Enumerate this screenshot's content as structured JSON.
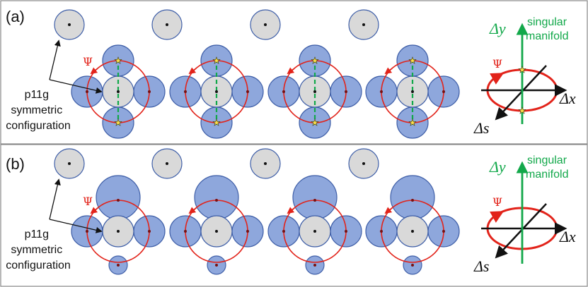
{
  "figure": {
    "colors": {
      "blue_disk": "#8ea7dc",
      "blue_stroke": "#3f5fa8",
      "grey_disk": "#d9d9d9",
      "grey_stroke": "#3f5fa8",
      "red": "#e2231a",
      "green": "#12a84a",
      "dark_red_dot": "#7a1010",
      "star": "#ffe14a",
      "frame": "#8a8a8a",
      "black": "#111111"
    },
    "panels": [
      {
        "id": "a",
        "label": "(a)",
        "annotation": [
          "p11g",
          "symmetric",
          "configuration"
        ],
        "psi_symbol": "Ψ",
        "axes": {
          "y_label": "Δy",
          "x_label": "Δx",
          "s_label": "Δs",
          "manifold": [
            "singular",
            "manifold"
          ]
        }
      },
      {
        "id": "b",
        "label": "(b)",
        "annotation": [
          "p11g",
          "symmetric",
          "configuration"
        ],
        "psi_symbol": "Ψ",
        "axes": {
          "y_label": "Δy",
          "x_label": "Δx",
          "s_label": "Δs",
          "manifold": [
            "singular",
            "manifold"
          ]
        }
      }
    ]
  }
}
